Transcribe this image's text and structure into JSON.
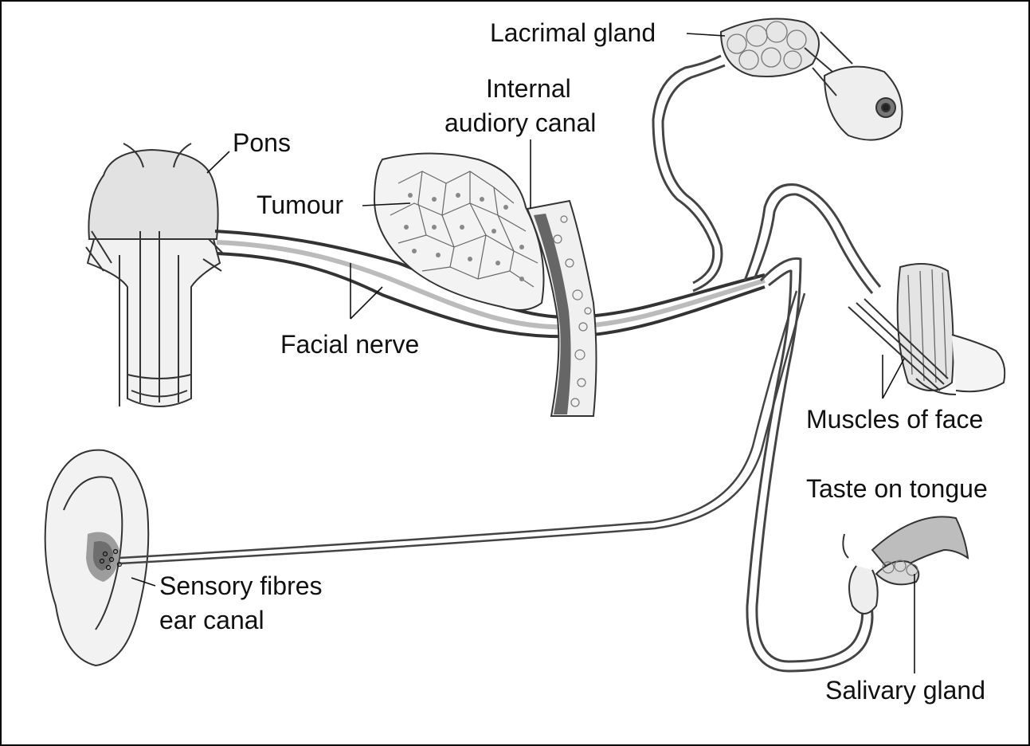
{
  "labels": {
    "lacrimal_gland": "Lacrimal gland",
    "internal_canal_line1": "Internal",
    "internal_canal_line2": "audiory canal",
    "pons": "Pons",
    "tumour": "Tumour",
    "facial_nerve": "Facial nerve",
    "muscles_of_face": "Muscles of face",
    "taste_on_tongue": "Taste on tongue",
    "sensory_line1": "Sensory fibres",
    "sensory_line2": "ear canal",
    "salivary_gland": "Salivary gland"
  }
}
